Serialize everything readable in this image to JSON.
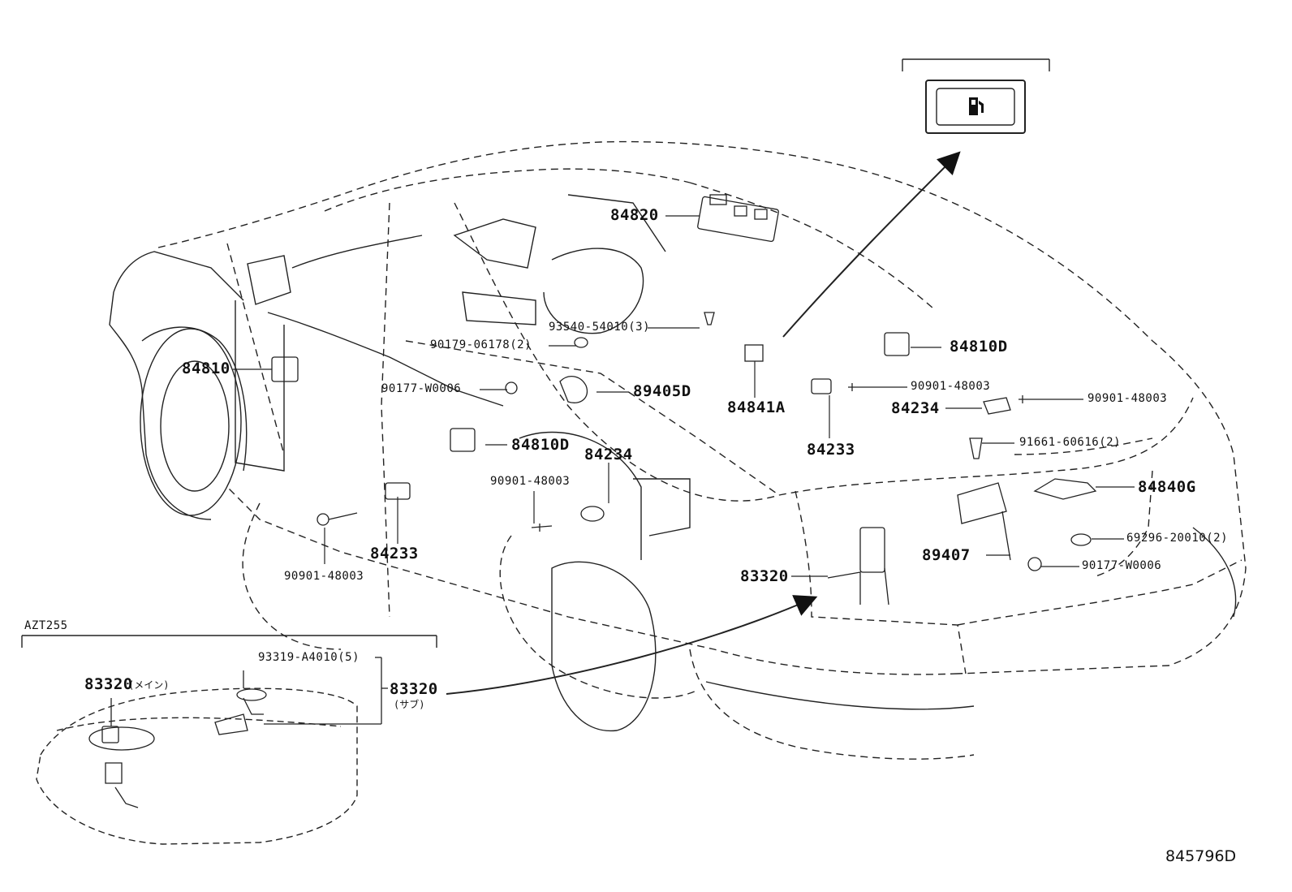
{
  "diagram_code": "845796D",
  "variant_label": "AZT255",
  "inset": {
    "screw": "93319-A4010(5)",
    "main_part": "83320",
    "main_note": "(メイン)",
    "sub_part": "83320",
    "sub_note": "(サブ)"
  },
  "callouts": {
    "p84820": "84820",
    "p93540": "93540-54010(3)",
    "p90179": "90179-06178(2)",
    "p84810_left": "84810",
    "p90177_front": "90177-W0006",
    "p89405D": "89405D",
    "p84841A": "84841A",
    "p84810D_right": "84810D",
    "p90901_r1": "90901-48003",
    "p84234_r": "84234",
    "p90901_r2": "90901-48003",
    "p84233_r": "84233",
    "p91661": "91661-60616(2)",
    "p84840G": "84840G",
    "p69296": "69296-20010(2)",
    "p89407": "89407",
    "p90177_rear": "90177-W0006",
    "p84810D_mid": "84810D",
    "p84234_mid": "84234",
    "p90901_mid": "90901-48003",
    "p84233_left": "84233",
    "p90901_left": "90901-48003",
    "p83320_body": "83320"
  },
  "icons": {
    "fuel_button": "fuel-door-opener-icon"
  }
}
